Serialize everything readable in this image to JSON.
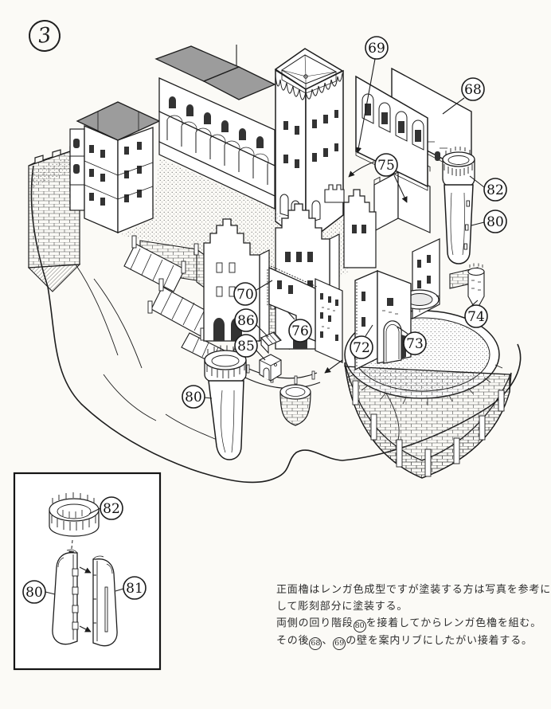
{
  "page": {
    "step_number": "3",
    "paper_color": "#fbfaf6",
    "ink_color": "#1d1d1d",
    "roof_gray": "#9c9c9c",
    "window_dark": "#333333"
  },
  "callouts": {
    "main": [
      {
        "num": "69"
      },
      {
        "num": "68"
      },
      {
        "num": "75"
      },
      {
        "num": "82"
      },
      {
        "num": "80"
      },
      {
        "num": "74"
      },
      {
        "num": "70"
      },
      {
        "num": "86"
      },
      {
        "num": "85"
      },
      {
        "num": "76"
      },
      {
        "num": "72"
      },
      {
        "num": "73"
      },
      {
        "num": "80"
      }
    ],
    "inset": [
      {
        "num": "82"
      },
      {
        "num": "80"
      },
      {
        "num": "81"
      }
    ]
  },
  "instructions": {
    "line1": "正面櫓はレンガ色成型ですが塗装する方は写真を参考に",
    "line2": "して彫刻部分に塗装する。",
    "line3_pre": "両側の回り階段",
    "line3_ref": "80",
    "line3_post": "を接着してからレンガ色櫓を組む。",
    "line4_pre": "その後",
    "line4_ref1": "68",
    "line4_sep": "、",
    "line4_ref2": "69",
    "line4_post": "の壁を案内リブにしたがい接着する。"
  }
}
